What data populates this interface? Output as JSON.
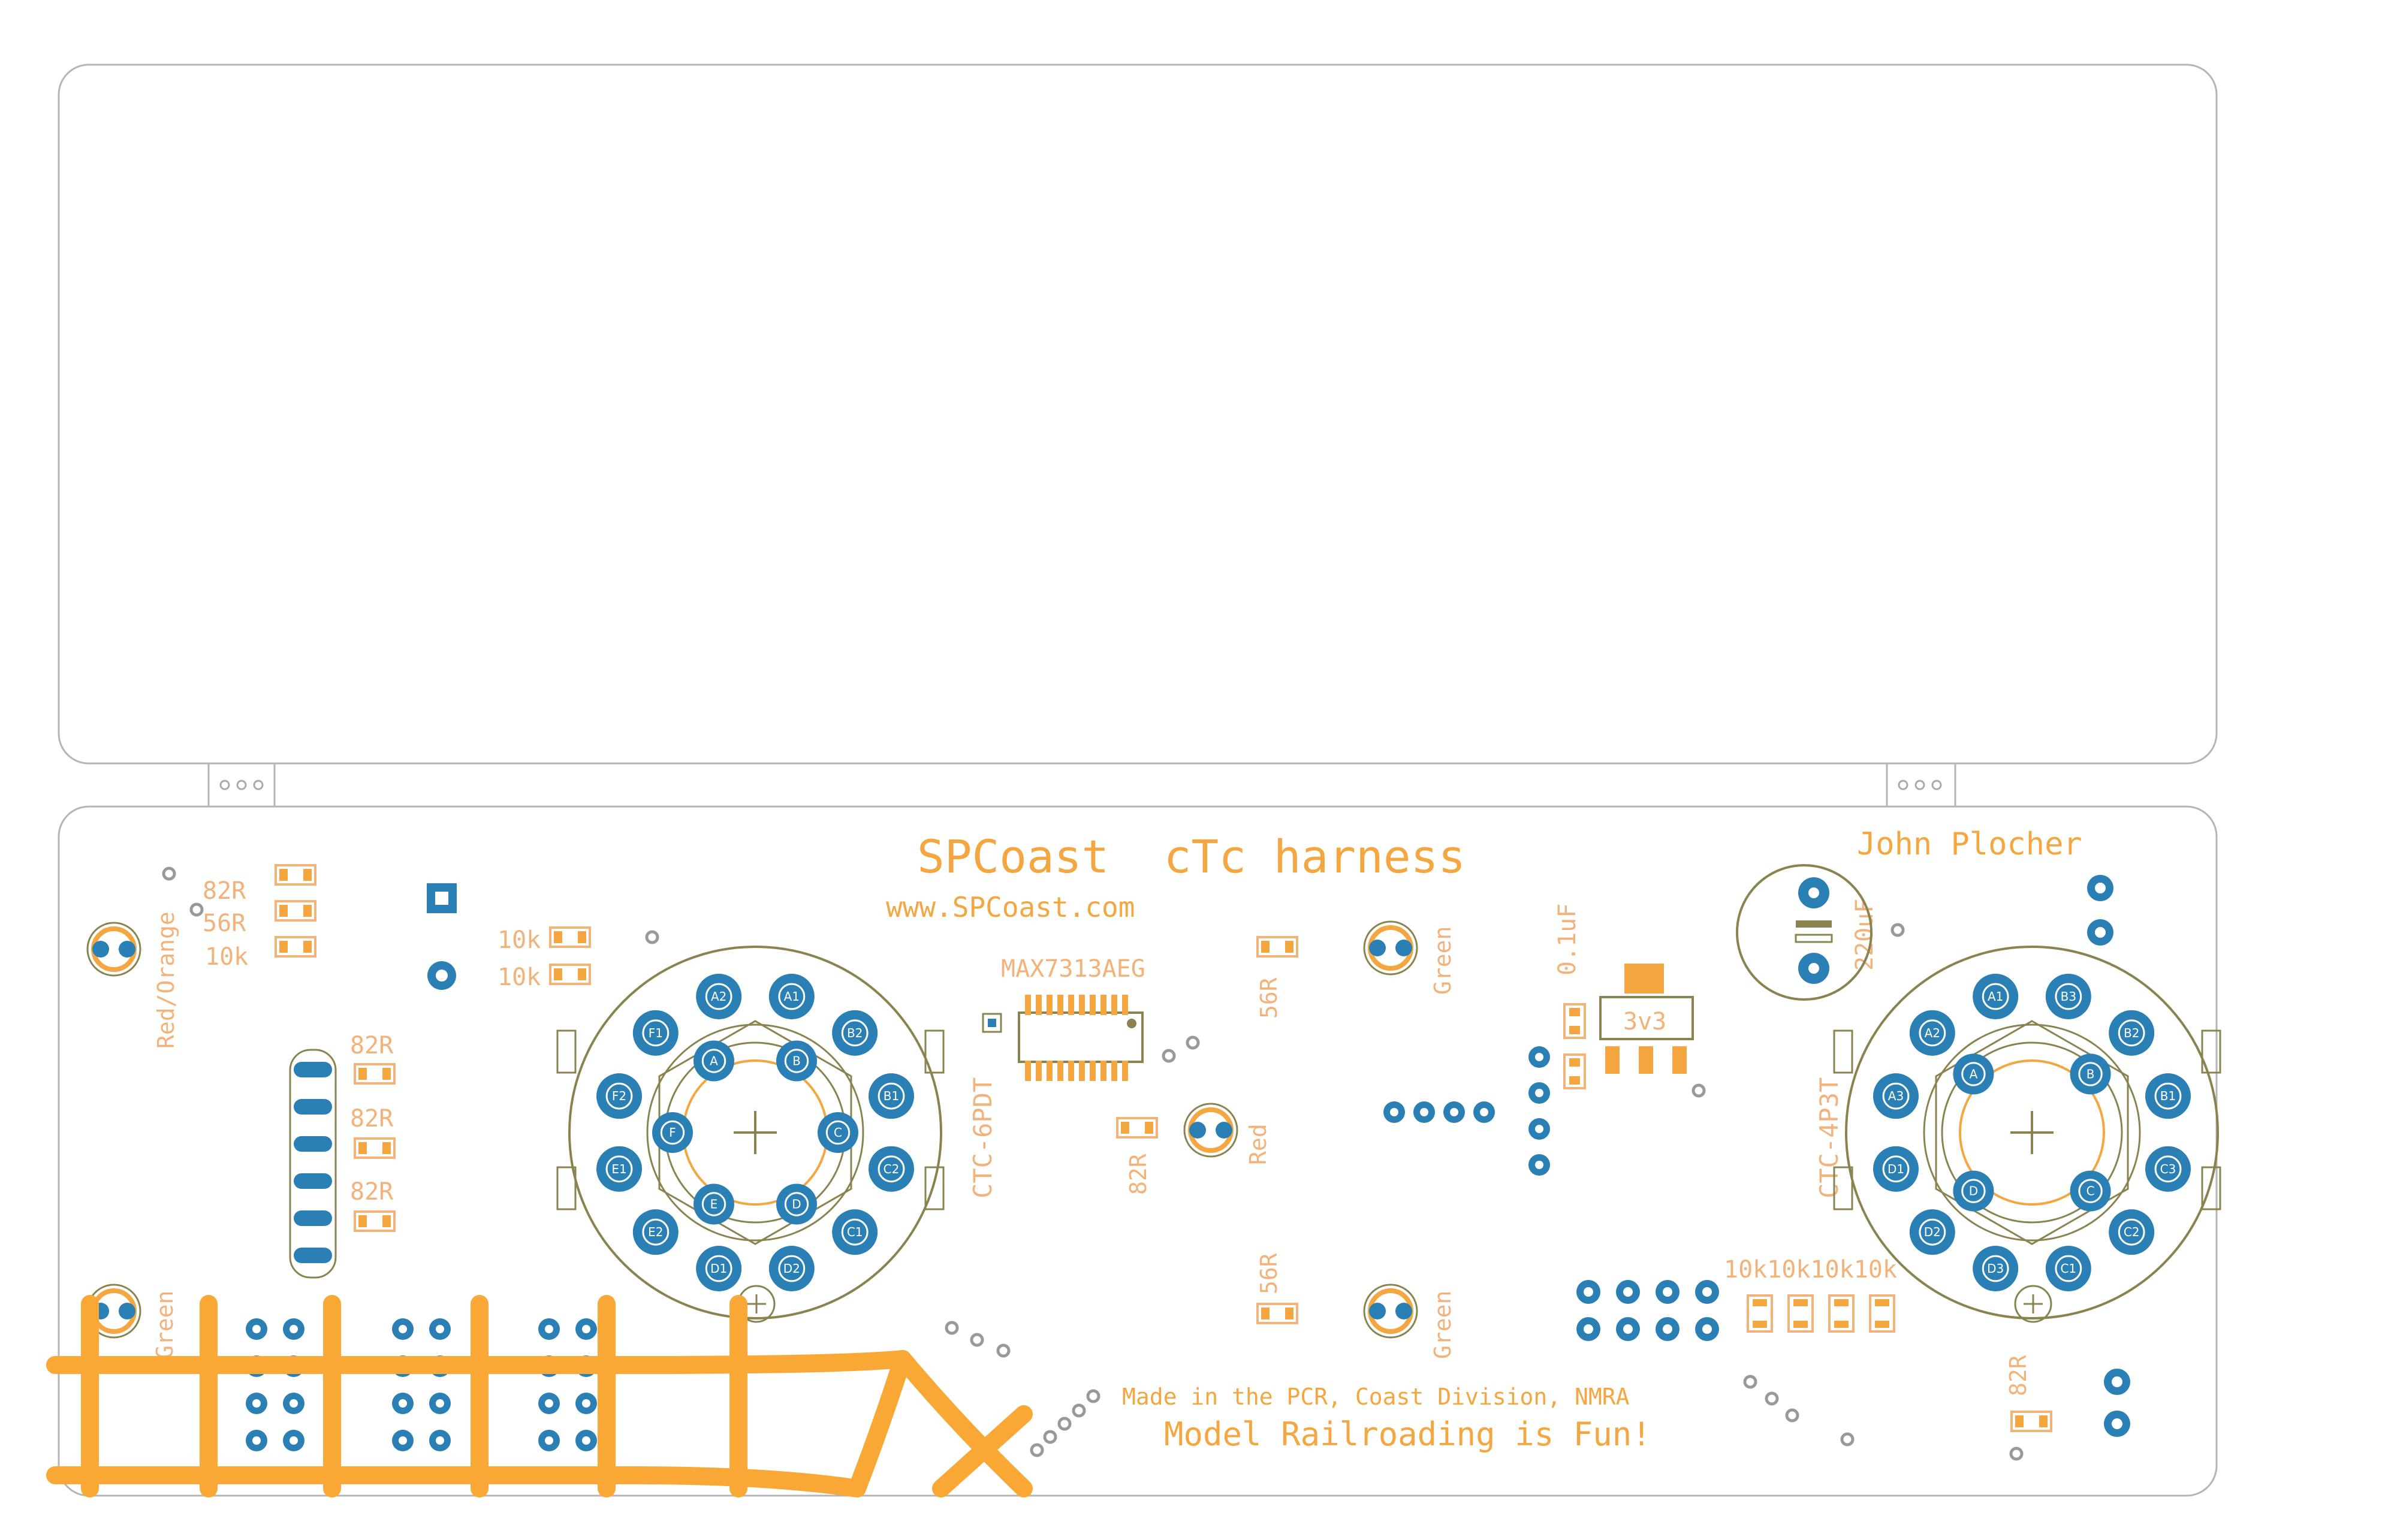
{
  "board": {
    "title": "SPCoast  cTc harness",
    "url": "www.SPCoast.com",
    "author": "John Plocher",
    "footer1": "Made in the PCR, Coast Division, NMRA",
    "footer2": "Model Railroading is Fun!"
  },
  "labels": {
    "r82a": "82R",
    "r56a": "56R",
    "r10ka": "10k",
    "red_orange": "Red/Orange",
    "r10kb": "10k",
    "r10kc": "10k",
    "r82b": "82R",
    "r82c": "82R",
    "r82d": "82R",
    "green1": "Green",
    "ctc6pdt": "CTC-6PDT",
    "max": "MAX7313AEG",
    "r82e": "82R",
    "red": "Red",
    "r56b": "56R",
    "r56c": "56R",
    "green2": "Green",
    "green3": "Green",
    "cap01": "0.1uF",
    "v3v3": "3v3",
    "cap220": "220uF",
    "ctc4p3t": "CTC-4P3T",
    "r10k4": "10k10k10k10k",
    "r82f": "82R"
  },
  "switch_left": {
    "outer_pins": [
      "A2",
      "A1",
      "B2",
      "B1",
      "C2",
      "C1",
      "D2",
      "D1",
      "E2",
      "E1",
      "F2",
      "F1"
    ],
    "inner_pins": [
      "A",
      "B",
      "C",
      "D",
      "E",
      "F"
    ]
  },
  "switch_right": {
    "outer_pins": [
      "A1",
      "B3",
      "B2",
      "B1",
      "C3",
      "C2",
      "C1",
      "D3",
      "D2",
      "D1",
      "A3",
      "A2"
    ],
    "inner_pins": [
      "A",
      "B",
      "C",
      "D"
    ]
  },
  "colors": {
    "outline": "#b5b5b5",
    "pad": "#2a7fb5",
    "silkscreen": "#f2b27a",
    "copper": "#f4a640",
    "component_outline": "#8a8350"
  }
}
